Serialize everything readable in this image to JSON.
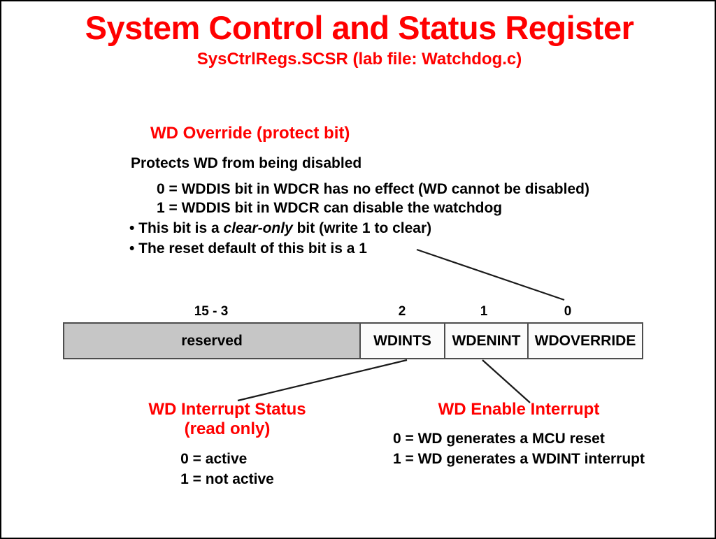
{
  "slide": {
    "title": "System Control and Status Register",
    "subtitle": "SysCtrlRegs.SCSR  (lab file: Watchdog.c)",
    "title_color": "#FF0000",
    "text_color": "#000000",
    "reserved_fill": "#C6C6C6",
    "border_color": "#4D4D4D"
  },
  "override_block": {
    "heading": "WD Override (protect bit)",
    "summary": "Protects WD from being disabled",
    "values": [
      "0 = WDDIS bit in WDCR has no effect (WD cannot be disabled)",
      "1 = WDDIS bit in WDCR can disable the watchdog"
    ],
    "bullets": [
      {
        "prefix": "• This bit is a ",
        "italic": "clear-only",
        "suffix": " bit (write 1 to clear)"
      },
      {
        "prefix": "• The reset default of this bit is a 1",
        "italic": "",
        "suffix": ""
      }
    ]
  },
  "register": {
    "bit_labels": [
      "15 - 3",
      "2",
      "1",
      "0"
    ],
    "fields": [
      {
        "name": "reserved",
        "bits": "15 - 3",
        "shaded": true
      },
      {
        "name": "WDINTS",
        "bits": "2",
        "shaded": false
      },
      {
        "name": "WDENINT",
        "bits": "1",
        "shaded": false
      },
      {
        "name": "WDOVERRIDE",
        "bits": "0",
        "shaded": false
      }
    ]
  },
  "wdints_block": {
    "heading_line1": "WD Interrupt Status",
    "heading_line2": "(read only)",
    "values": [
      "0 = active",
      "1 = not active"
    ]
  },
  "wdenint_block": {
    "heading": "WD Enable Interrupt",
    "values": [
      "0 = WD generates a MCU reset",
      "1 = WD generates a WDINT interrupt"
    ]
  }
}
